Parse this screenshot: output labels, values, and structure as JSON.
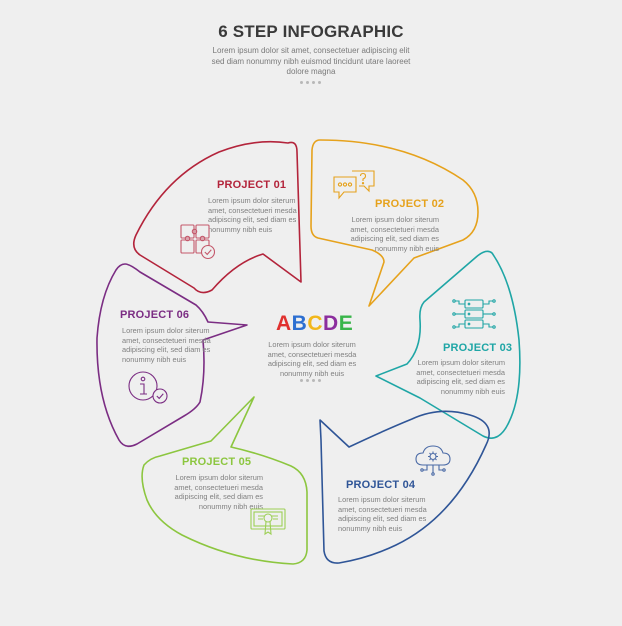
{
  "header": {
    "title": "6 STEP INFOGRAPHIC",
    "subtitle": "Lorem ipsum dolor sit amet, consectetuer adipiscing elit sed diam nonummy nibh euismod tincidunt utare laoreet dolore magna"
  },
  "center": {
    "letters": [
      "A",
      "B",
      "C",
      "D",
      "E"
    ],
    "letter_colors": [
      "#e0312f",
      "#2d6fd1",
      "#f2b71b",
      "#8c2e9e",
      "#39b54a"
    ],
    "text": "Lorem ipsum dolor siterum amet, consectetueri mesda adipiscing elit, sed diam es nonummy nibh euis"
  },
  "steps": [
    {
      "title": "PROJECT 01",
      "color": "#b3243b",
      "icon": "puzzle-check-icon",
      "text": "Lorem ipsum dolor siterum amet, consectetueri mesda adipiscing elit, sed diam es nonummy nibh euis"
    },
    {
      "title": "PROJECT 02",
      "color": "#e6a21c",
      "icon": "chat-question-icon",
      "text": "Lorem ipsum dolor siterum amet, consectetueri mesda adipiscing elit, sed diam es nonummy nibh euis"
    },
    {
      "title": "PROJECT 03",
      "color": "#1fa6a6",
      "icon": "server-network-icon",
      "text": "Lorem ipsum dolor siterum amet, consectetueri mesda adipiscing elit, sed diam es nonummy nibh euis"
    },
    {
      "title": "PROJECT 04",
      "color": "#2f5597",
      "icon": "cloud-gear-icon",
      "text": "Lorem ipsum dolor siterum amet, consectetueri mesda adipiscing elit, sed diam es nonummy nibh euis"
    },
    {
      "title": "PROJECT 05",
      "color": "#8cc63f",
      "icon": "certificate-icon",
      "text": "Lorem ipsum dolor siterum amet, consectetueri mesda adipiscing elit, sed diam es nonummy nibh euis"
    },
    {
      "title": "PROJECT 06",
      "color": "#7b2d83",
      "icon": "info-check-icon",
      "text": "Lorem ipsum dolor siterum amet, consectetueri mesda adipiscing elit, sed diam es nonummy nibh euis"
    }
  ]
}
